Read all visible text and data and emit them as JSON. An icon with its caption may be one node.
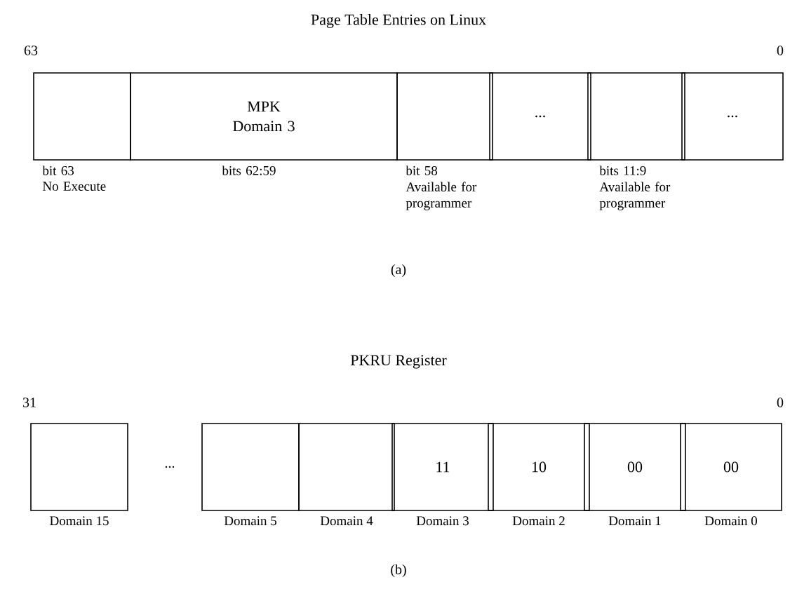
{
  "diagram": {
    "nodes": [
      {
        "text": [],
        "shape": "box",
        "beside": [
          "bit 63",
          "No Execute"
        ]
      },
      {
        "text": [
          "MPK Domain 3"
        ],
        "beside": [
          "bits 62:59"
        ]
      },
      {
        "text": [],
        "shape": "box",
        "beside": [
          "bit 58",
          "Available for programmer"
        ]
      },
      {
        "text": [
          "..."
        ]
      },
      {
        "text": [],
        "shape": "box",
        "beside": [
          "bits 11:9",
          "Available for programmer"
        ]
      },
      {
        "text": [
          "..."
        ]
      },
      {
        "text": [],
        "shape": "box",
        "beside": [
          "Domain 15"
        ]
      },
      {
        "text": [],
        "shape": "box",
        "beside": [
          "Domain 5"
        ]
      },
      {
        "text": [],
        "shape": "box",
        "beside": [
          "Domain 4"
        ]
      },
      {
        "text": [
          "11"
        ],
        "beside": [
          "Domain 3"
        ]
      },
      {
        "text": [
          "10"
        ],
        "beside": [
          "Domain 2"
        ]
      },
      {
        "text": [
          "00"
        ],
        "beside": [
          "Domain 1"
        ]
      },
      {
        "text": [
          "00"
        ],
        "beside": [
          "Domain 0"
        ]
      }
    ],
    "labels": [
      "Page Table Entries on Linux",
      "63",
      "0",
      "(a)",
      "PKRU Register",
      "31",
      "0",
      "...",
      "(b)"
    ]
  }
}
